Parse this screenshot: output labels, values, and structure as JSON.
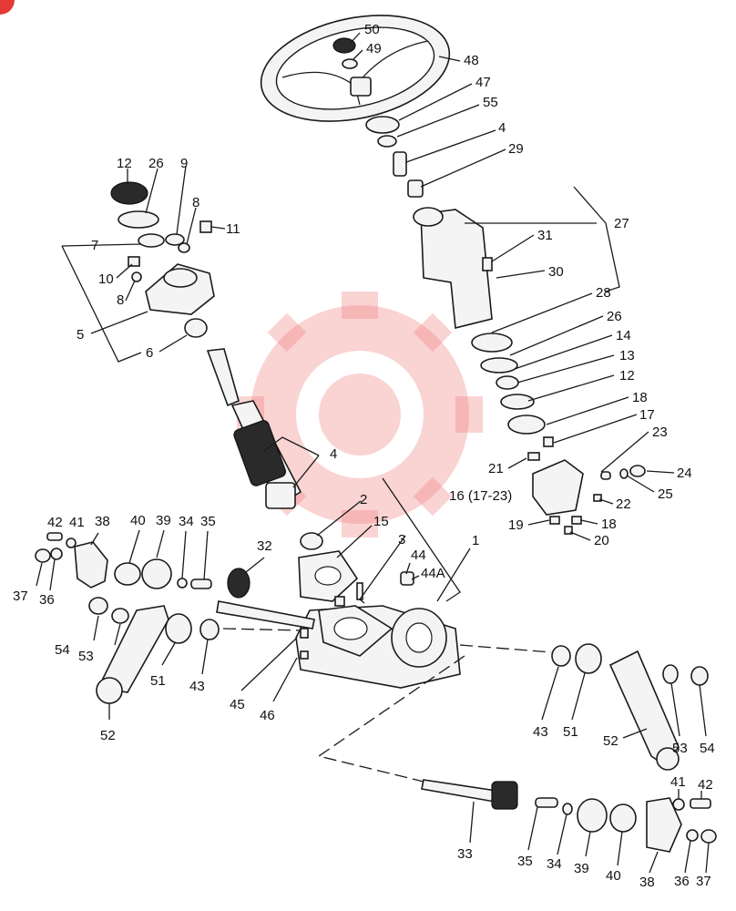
{
  "labels": [
    {
      "id": "50",
      "text": "50"
    },
    {
      "id": "49",
      "text": "49"
    },
    {
      "id": "48",
      "text": "48"
    },
    {
      "id": "47",
      "text": "47"
    },
    {
      "id": "55",
      "text": "55"
    },
    {
      "id": "4a",
      "text": "4"
    },
    {
      "id": "29",
      "text": "29"
    },
    {
      "id": "27",
      "text": "27"
    },
    {
      "id": "31",
      "text": "31"
    },
    {
      "id": "30",
      "text": "30"
    },
    {
      "id": "28",
      "text": "28"
    },
    {
      "id": "26a",
      "text": "26"
    },
    {
      "id": "14",
      "text": "14"
    },
    {
      "id": "13",
      "text": "13"
    },
    {
      "id": "12a",
      "text": "12"
    },
    {
      "id": "18a",
      "text": "18"
    },
    {
      "id": "17",
      "text": "17"
    },
    {
      "id": "23",
      "text": "23"
    },
    {
      "id": "24",
      "text": "24"
    },
    {
      "id": "25",
      "text": "25"
    },
    {
      "id": "21",
      "text": "21"
    },
    {
      "id": "16",
      "text": "16 (17-23)"
    },
    {
      "id": "22",
      "text": "22"
    },
    {
      "id": "19",
      "text": "19"
    },
    {
      "id": "18b",
      "text": "18"
    },
    {
      "id": "20",
      "text": "20"
    },
    {
      "id": "12b",
      "text": "12"
    },
    {
      "id": "26b",
      "text": "26"
    },
    {
      "id": "9",
      "text": "9"
    },
    {
      "id": "8a",
      "text": "8"
    },
    {
      "id": "11",
      "text": "11"
    },
    {
      "id": "7",
      "text": "7"
    },
    {
      "id": "10",
      "text": "10"
    },
    {
      "id": "8b",
      "text": "8"
    },
    {
      "id": "5",
      "text": "5"
    },
    {
      "id": "6",
      "text": "6"
    },
    {
      "id": "4b",
      "text": "4"
    },
    {
      "id": "2",
      "text": "2"
    },
    {
      "id": "15",
      "text": "15"
    },
    {
      "id": "3",
      "text": "3"
    },
    {
      "id": "1",
      "text": "1"
    },
    {
      "id": "44",
      "text": "44"
    },
    {
      "id": "44A",
      "text": "44A"
    },
    {
      "id": "42a",
      "text": "42"
    },
    {
      "id": "41a",
      "text": "41"
    },
    {
      "id": "38a",
      "text": "38"
    },
    {
      "id": "40a",
      "text": "40"
    },
    {
      "id": "39a",
      "text": "39"
    },
    {
      "id": "34a",
      "text": "34"
    },
    {
      "id": "35a",
      "text": "35"
    },
    {
      "id": "32",
      "text": "32"
    },
    {
      "id": "37a",
      "text": "37"
    },
    {
      "id": "36a",
      "text": "36"
    },
    {
      "id": "54a",
      "text": "54"
    },
    {
      "id": "53a",
      "text": "53"
    },
    {
      "id": "51a",
      "text": "51"
    },
    {
      "id": "43a",
      "text": "43"
    },
    {
      "id": "52a",
      "text": "52"
    },
    {
      "id": "45",
      "text": "45"
    },
    {
      "id": "46",
      "text": "46"
    },
    {
      "id": "43b",
      "text": "43"
    },
    {
      "id": "51b",
      "text": "51"
    },
    {
      "id": "52b",
      "text": "52"
    },
    {
      "id": "53b",
      "text": "53"
    },
    {
      "id": "54b",
      "text": "54"
    },
    {
      "id": "41b",
      "text": "41"
    },
    {
      "id": "42b",
      "text": "42"
    },
    {
      "id": "33",
      "text": "33"
    },
    {
      "id": "35b",
      "text": "35"
    },
    {
      "id": "34b",
      "text": "34"
    },
    {
      "id": "39b",
      "text": "39"
    },
    {
      "id": "40b",
      "text": "40"
    },
    {
      "id": "38b",
      "text": "38"
    },
    {
      "id": "36b",
      "text": "36"
    },
    {
      "id": "37b",
      "text": "37"
    }
  ],
  "colors": {
    "watermark": "#f08080",
    "badge": "#e53935",
    "ink": "#1a1a1a"
  }
}
